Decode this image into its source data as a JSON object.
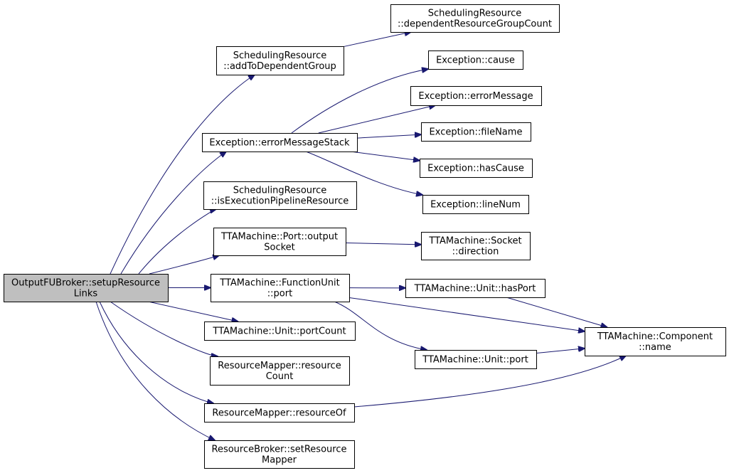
{
  "nodes": [
    {
      "id": "setup",
      "lines": [
        "OutputFUBroker::setupResource",
        "Links"
      ],
      "root": true
    },
    {
      "id": "addDep",
      "lines": [
        "SchedulingResource",
        "::addToDependentGroup"
      ]
    },
    {
      "id": "depCount",
      "lines": [
        "SchedulingResource",
        "::dependentResourceGroupCount"
      ]
    },
    {
      "id": "cause",
      "lines": [
        "Exception::cause"
      ]
    },
    {
      "id": "errMsg",
      "lines": [
        "Exception::errorMessage"
      ]
    },
    {
      "id": "errStack",
      "lines": [
        "Exception::errorMessageStack"
      ]
    },
    {
      "id": "fileName",
      "lines": [
        "Exception::fileName"
      ]
    },
    {
      "id": "hasCause",
      "lines": [
        "Exception::hasCause"
      ]
    },
    {
      "id": "lineNum",
      "lines": [
        "Exception::lineNum"
      ]
    },
    {
      "id": "isExec",
      "lines": [
        "SchedulingResource",
        "::isExecutionPipelineResource"
      ]
    },
    {
      "id": "portOut",
      "lines": [
        "TTAMachine::Port::output",
        "Socket"
      ]
    },
    {
      "id": "sockDir",
      "lines": [
        "TTAMachine::Socket",
        "::direction"
      ]
    },
    {
      "id": "fuPort",
      "lines": [
        "TTAMachine::FunctionUnit",
        "::port"
      ]
    },
    {
      "id": "hasPort",
      "lines": [
        "TTAMachine::Unit::hasPort"
      ]
    },
    {
      "id": "compName",
      "lines": [
        "TTAMachine::Component",
        "::name"
      ]
    },
    {
      "id": "portCount",
      "lines": [
        "TTAMachine::Unit::portCount"
      ]
    },
    {
      "id": "unitPort",
      "lines": [
        "TTAMachine::Unit::port"
      ]
    },
    {
      "id": "resCount",
      "lines": [
        "ResourceMapper::resource",
        "Count"
      ]
    },
    {
      "id": "resOf",
      "lines": [
        "ResourceMapper::resourceOf"
      ]
    },
    {
      "id": "setMapper",
      "lines": [
        "ResourceBroker::setResource",
        "Mapper"
      ]
    }
  ],
  "edges": [
    {
      "from": "setup",
      "to": "addDep"
    },
    {
      "from": "setup",
      "to": "errStack"
    },
    {
      "from": "setup",
      "to": "isExec"
    },
    {
      "from": "setup",
      "to": "portOut"
    },
    {
      "from": "setup",
      "to": "fuPort"
    },
    {
      "from": "setup",
      "to": "portCount"
    },
    {
      "from": "setup",
      "to": "resCount"
    },
    {
      "from": "setup",
      "to": "resOf"
    },
    {
      "from": "setup",
      "to": "setMapper"
    },
    {
      "from": "addDep",
      "to": "depCount"
    },
    {
      "from": "errStack",
      "to": "cause"
    },
    {
      "from": "errStack",
      "to": "errMsg"
    },
    {
      "from": "errStack",
      "to": "fileName"
    },
    {
      "from": "errStack",
      "to": "hasCause"
    },
    {
      "from": "errStack",
      "to": "lineNum"
    },
    {
      "from": "portOut",
      "to": "sockDir"
    },
    {
      "from": "fuPort",
      "to": "hasPort"
    },
    {
      "from": "fuPort",
      "to": "compName"
    },
    {
      "from": "fuPort",
      "to": "unitPort"
    },
    {
      "from": "hasPort",
      "to": "compName"
    },
    {
      "from": "unitPort",
      "to": "compName"
    },
    {
      "from": "resOf",
      "to": "compName"
    }
  ]
}
